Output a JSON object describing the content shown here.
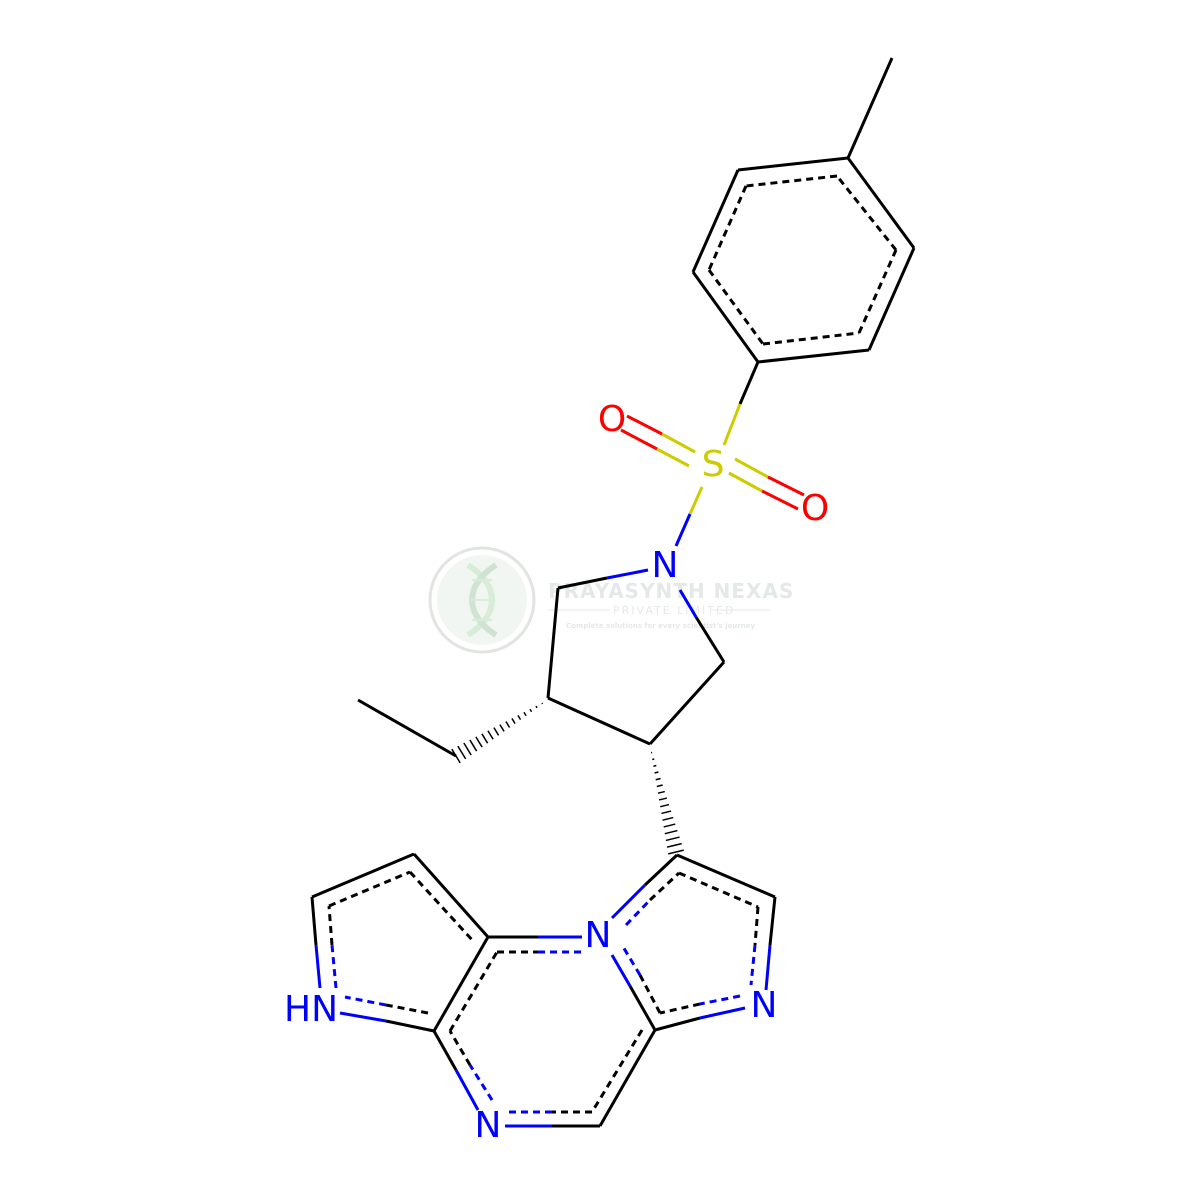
{
  "molecule": {
    "atom_labels": {
      "oxygen_1": "O",
      "sulfur": "S",
      "oxygen_2": "O",
      "pyrrolidine_nitrogen": "N",
      "bridgehead_nitrogen": "N",
      "imidazole_nitrogen": "N",
      "pyrrole_nh": "HN",
      "pyrazine_nitrogen": "N"
    },
    "colors": {
      "carbon": "#000000",
      "nitrogen": "#0000ff",
      "oxygen": "#ff0000",
      "sulfur": "#cccc00"
    }
  },
  "watermark": {
    "company": "PRAYASYNTH NEXAS",
    "subtitle": "PRIVATE LIMITED",
    "tagline": "Complete solutions for every scientist's journey",
    "icon": "dna-helix-logo"
  }
}
